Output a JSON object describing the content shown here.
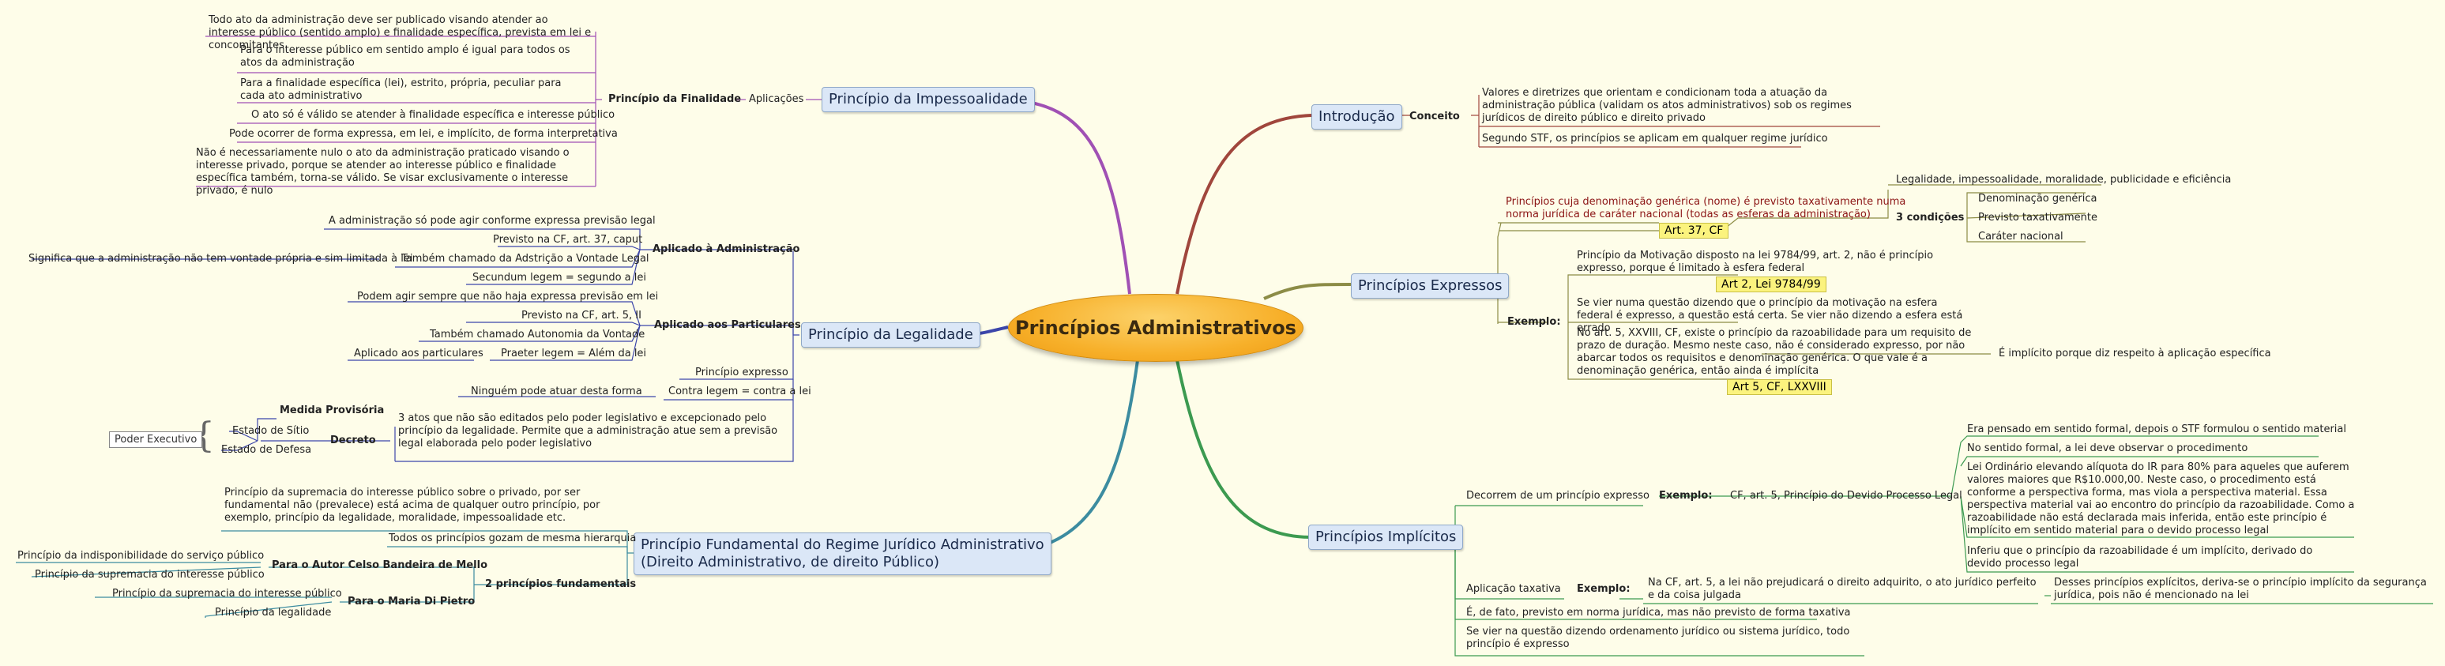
{
  "central": "Princípios Administrativos",
  "intro": {
    "title": "Introdução",
    "conceito": "Conceito",
    "c1": "Valores e diretrizes que orientam e condicionam toda a atuação da administração pública (validam os atos administrativos) sob os regimes jurídicos de direito público e direito privado",
    "c2": "Segundo STF, os princípios se aplicam em qualquer regime jurídico"
  },
  "expressos": {
    "title": "Princípios Expressos",
    "red": "Princípios cuja denominação genérica (nome) é previsto taxativamente numa norma jurídica de caráter nacional (todas as esferas da administração)",
    "art37": "Art. 37, CF",
    "tres": "3 condições",
    "cond1": "Denominação genérica",
    "cond2": "Previsto taxativamente",
    "cond3": "Caráter nacional",
    "limpe": "Legalidade, impessoalidade, moralidade, publicidade e eficiência",
    "exemplo": "Exemplo:",
    "e1": "Princípio da Motivação disposto na lei 9784/99, art. 2, não é princípio expresso, porque é limitado à esfera federal",
    "art2": "Art 2, Lei 9784/99",
    "e2": "Se vier numa questão dizendo que o princípio da motivação na esfera federal é expresso, a questão está certa. Se vier não dizendo a esfera está errado",
    "e3": "No art. 5, XXVIII, CF, existe o princípio da razoabilidade para um requisito de prazo de duração. Mesmo neste caso, não é considerado expresso, por não abarcar todos os requisitos e denominação genérica. O que vale é a denominação genérica, então ainda é implícita",
    "e3side": "É implícito porque diz respeito à aplicação específica",
    "art5": "Art 5, CF, LXXVIII"
  },
  "implicitos": {
    "title": "Princípios Implícitos",
    "decorrem": "Decorrem de um princípio expresso",
    "exemplo": "Exemplo:",
    "cf": "CF, art. 5, Princípio do Devido Processo Legal",
    "p1": "Era pensado em sentido formal, depois o STF formulou o sentido material",
    "p2": "No sentido formal, a lei deve observar o procedimento",
    "p3": "Lei Ordinário elevando alíquota do IR para 80% para aqueles que auferem valores maiores que R$10.000,00. Neste caso, o procedimento está conforme a perspectiva forma, mas viola a perspectiva material. Essa perspectiva material vai ao encontro do princípio da razoabilidade. Como a razoabilidade não está declarada mais inferida, então este princípio é implícito em sentido material para o devido processo legal",
    "p4": "Inferiu que o princípio da razoabilidade é um implícito, derivado do devido processo legal",
    "aplic": "Aplicação taxativa",
    "exemplo2": "Exemplo:",
    "na": "Na CF, art. 5, a lei não prejudicará o direito adquirito, o ato jurídico perfeito e da coisa julgada",
    "desses": "Desses princípios explícitos, deriva-se o princípio implícito da segurança jurídica, pois não é mencionado na lei",
    "defato": "É, de fato, previsto em norma jurídica, mas não previsto de forma taxativa",
    "sevier": "Se vier na questão dizendo ordenamento jurídico ou sistema jurídico, todo princípio é expresso"
  },
  "impessoalidade": {
    "title": "Princípio da Impessoalidade",
    "aplicacoes": "Aplicações",
    "finalidade": "Princípio da Finalidade",
    "f1": "Todo ato da administração deve ser publicado visando atender ao interesse público (sentido amplo) e finalidade específica, prevista em lei e concomitantes",
    "f2": "Para o interesse público em sentido amplo é igual para todos os atos da administração",
    "f3": "Para a finalidade específica (lei), estrito, própria, peculiar para cada ato administrativo",
    "f4": "O ato só é válido se atender à finalidade específica e interesse público",
    "f5": "Pode ocorrer de forma expressa, em lei, e implícito, de forma interpretativa",
    "f6": "Não é necessariamente nulo o ato da administração praticado visando o interesse privado, porque se atender ao interesse público e finalidade específica também, torna-se válido. Se visar exclusivamente o interesse privado, é nulo"
  },
  "legalidade": {
    "title": "Princípio da Legalidade",
    "aplAdm": "Aplicado à Administração",
    "a1": "A administração só pode agir conforme expressa previsão legal",
    "a2": "Previsto na CF, art. 37, caput",
    "a3": "Também chamado da Adstrição a Vontade Legal",
    "a3left": "Significa que a administração não tem vontade própria e sim limitada à lei",
    "a4": "Secundum legem = segundo a lei",
    "aplPart": "Aplicado aos Particulares",
    "b1": "Podem agir sempre que não haja expressa previsão em lei",
    "b2": "Previsto na CF, art. 5, II",
    "b3": "Também chamado Autonomia da Vontade",
    "b4": "Praeter legem = Além da lei",
    "b4left": "Aplicado aos particulares",
    "expresso": "Princípio expresso",
    "ninguem": "Ninguém pode atuar desta forma",
    "contra": "Contra legem = contra a lei",
    "tres": "3 atos que não são editados pelo poder legislativo e excepcionado pelo princípio da legalidade. Permite que a administração atue sem a previsão legal elaborada pelo poder legislativo",
    "medida": "Medida Provisória",
    "decreto": "Decreto",
    "sitio": "Estado de Sítio",
    "defesa": "Estado de Defesa",
    "poder": "Poder Executivo"
  },
  "regime": {
    "title1": "Princípio Fundamental do Regime Jurídico Administrativo",
    "title2": "(Direito Administrativo, de direito Público)",
    "r1": "Princípio da supremacia do interesse público sobre o privado, por ser fundamental não (prevalece) está acima de qualquer outro princípio, por exemplo, princípio da legalidade, moralidade, impessoalidade etc.",
    "r2": "Todos os princípios gozam de mesma hierarquia",
    "dois": "2 princípios fundamentais",
    "celso": "Para o Autor Celso Bandeira de Mello",
    "c1": "Princípio da indisponibilidade do serviço público",
    "c2": "Princípio da supremacia do interesse público",
    "maria": "Para o Maria Di Pietro",
    "m1": "Princípio da supremacia do interesse público",
    "m2": "Princípio da legalidade"
  },
  "colors": {
    "background": "#fefde9",
    "intro": "#a0463c",
    "expressos": "#8c8c46",
    "implicitos": "#3c9a50",
    "impessoalidade": "#a050b4",
    "legalidade": "#3c46aa",
    "regime": "#3c8ca0"
  }
}
